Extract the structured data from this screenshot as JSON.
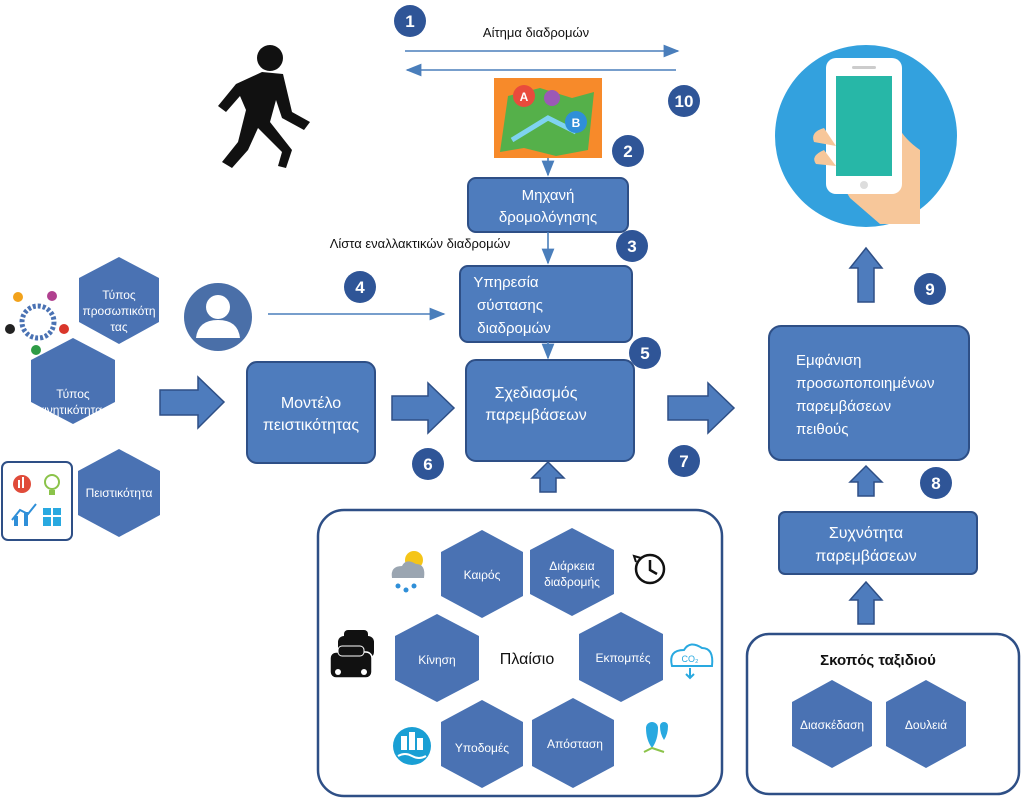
{
  "colors": {
    "box_fill": "#4e7cbd",
    "box_stroke": "#2e4f86",
    "hex_fill": "#4a72b3",
    "num_circle": "#2f5597",
    "arrow_line": "#4a7ebb",
    "phone_circle": "#33a1de",
    "panel_stroke": "#2e4f86"
  },
  "labels": {
    "route_request": "Αίτημα διαδρομών",
    "alt_routes_list": "Λίστα εναλλακτικών διαδρομών",
    "context": "Πλαίσιο",
    "trip_purpose": "Σκοπός ταξιδιού"
  },
  "boxes": {
    "routing_engine": [
      "Μηχανή",
      "δρομολόγησης"
    ],
    "recommendation_service": [
      "Υπηρεσία",
      "σύστασης",
      "διαδρομών"
    ],
    "persuasion_model": [
      "Μοντέλο",
      "πειστικότητας"
    ],
    "intervention_design": [
      "Σχεδιασμός",
      "παρεμβάσεων"
    ],
    "display_interventions": [
      "Εμφάνιση",
      "προσωποποιημένων",
      "παρεμβάσεων",
      "πειθούς"
    ],
    "intervention_frequency": [
      "Συχνότητα",
      "παρεμβάσεων"
    ]
  },
  "hexes": {
    "personality": [
      "Τύπος",
      "προσωπικότη",
      "τας"
    ],
    "mobility": [
      "Τύπος",
      "κινητικότητας"
    ],
    "persuasiveness": [
      "Πειστικότητα"
    ],
    "weather": [
      "Καιρός"
    ],
    "duration": [
      "Διάρκεια",
      "διαδρομής"
    ],
    "traffic": [
      "Κίνηση"
    ],
    "emissions": [
      "Εκπομπές"
    ],
    "infrastructure": [
      "Υποδομές"
    ],
    "distance": [
      "Απόσταση"
    ],
    "leisure": [
      "Διασκέδαση"
    ],
    "work": [
      "Δουλειά"
    ]
  },
  "steps": [
    "1",
    "2",
    "3",
    "4",
    "5",
    "6",
    "7",
    "8",
    "9",
    "10"
  ],
  "icons": [
    "walking-person-icon",
    "route-map-icon",
    "user-avatar-icon",
    "smartphone-hand-icon",
    "personality-wheel-icon",
    "persuasion-icons-icon",
    "weather-icon",
    "clock-history-icon",
    "cars-icon",
    "co2-cloud-icon",
    "city-infrastructure-icon",
    "map-pins-icon"
  ]
}
